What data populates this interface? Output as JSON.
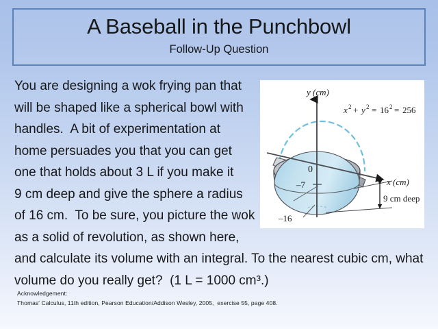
{
  "slide": {
    "title": {
      "main": "A Baseball in the Punchbowl",
      "sub": "Follow-Up Question"
    },
    "body_lines": [
      "You are designing a wok frying pan that",
      "will be shaped like a spherical bowl with",
      "handles.  A bit of experimentation at",
      "home persuades you that you can get",
      "one that holds about 3 L if you make it",
      "9 cm deep and give the sphere a radius",
      "of 16 cm.  To be sure, you picture the wok",
      "as a solid of revolution, as shown here,",
      "and calculate its volume with an integral. To the nearest cubic cm, what",
      "volume do you really get?  (1 L = 1000 cm³.)"
    ],
    "acknowledgement": {
      "heading": "Acknowledgement:",
      "citation": "Thomas' Calculus, 11th edition, Pearson Education/Addison Wesley, 2005,  exercise 55, page 408."
    },
    "figure": {
      "y_axis_label": "y (cm)",
      "x_axis_label": "x (cm)",
      "equation": "x² + y² = 16² = 256",
      "equation_parts": {
        "x": "x",
        "x_exp": "2",
        "plus": "+",
        "y": "y",
        "y_exp": "2",
        "eq1": "=",
        "sixteen": "16",
        "sixteen_exp": "2",
        "eq2": "=",
        "result": "256"
      },
      "origin_label": "0",
      "minus_seven_label": "–7",
      "minus_sixteen_label": "–16",
      "depth_label": "9 cm deep"
    },
    "colors": {
      "background_top": "#a9c0e8",
      "background_bottom": "#f6f8fd",
      "title_border": "#5c82bd",
      "text": "#17181a",
      "figure_background": "#ffffff",
      "bowl_liquid": "#bddced",
      "bowl_metal": "#c9ccd2",
      "dashed_arc": "#7fc4dd"
    }
  }
}
